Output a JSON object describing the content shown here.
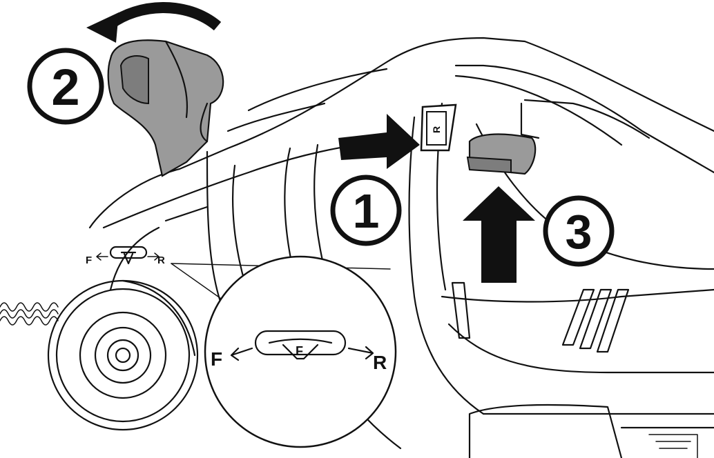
{
  "steps": [
    {
      "number": "1"
    },
    {
      "number": "2"
    },
    {
      "number": "3"
    }
  ],
  "selector": {
    "left_letter": "F",
    "center_letter": "F",
    "right_letter": "R"
  },
  "slot_mark": "R",
  "colors": {
    "line": "#111111",
    "handle_gray": "#9a9a9a",
    "handle_gray_dark": "#7d7d7d",
    "background": "#ffffff"
  }
}
